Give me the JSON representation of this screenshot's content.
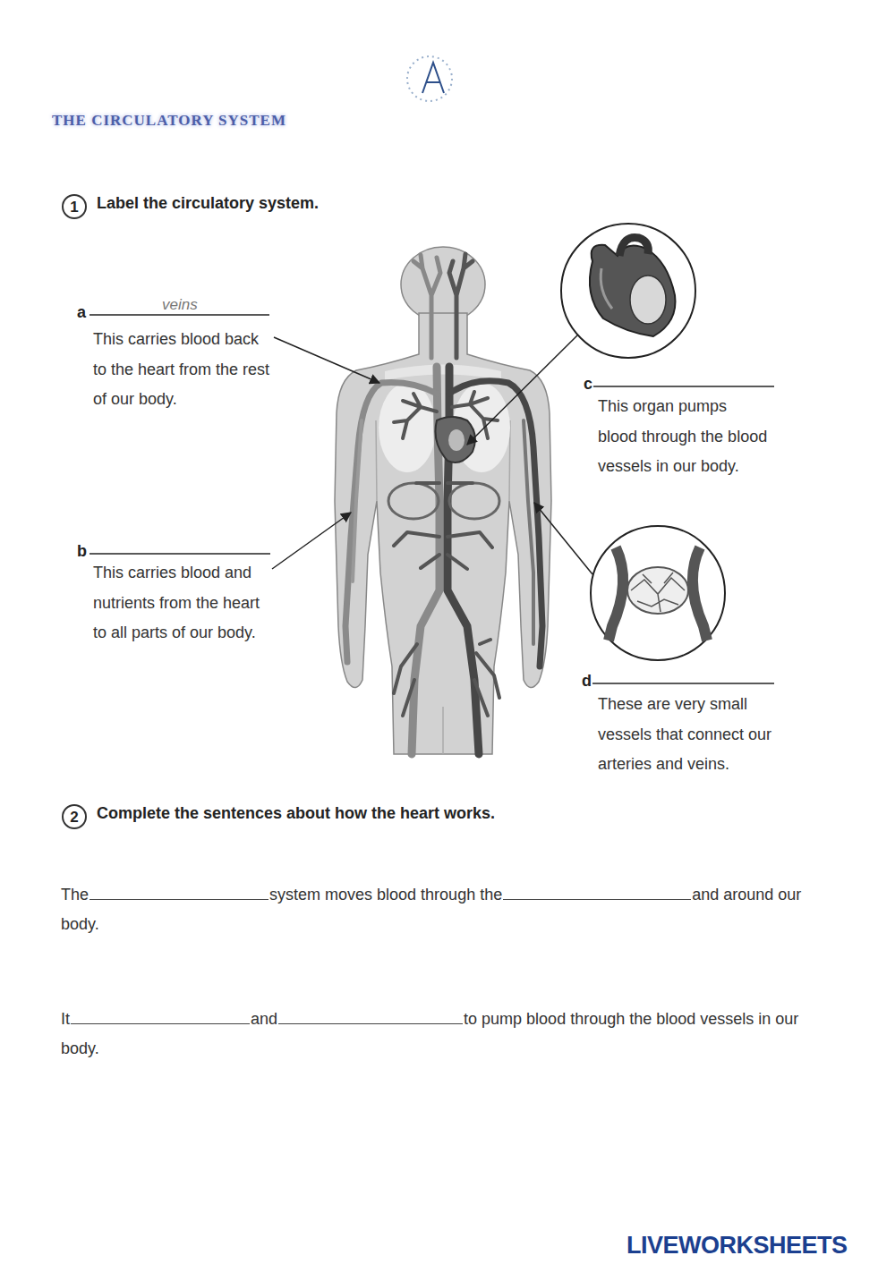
{
  "diagram": {
    "title": "THE CIRCULATORY SYSTEM",
    "nodes": [
      {
        "text": [
          "1"
        ]
      },
      {
        "text": [
          "2"
        ]
      }
    ],
    "labels": [
      "Label the circulatory system.",
      "a",
      "veins",
      "This carries blood back to the heart from the rest of our body.",
      "b",
      "This carries blood and nutrients from the heart to all parts of our body.",
      "c",
      "This organ pumps blood through the blood vessels in our body.",
      "d",
      "These are very small vessels that connect our arteries and veins.",
      "Complete the sentences about how the heart works.",
      "The",
      "system moves blood through the",
      "and around our body.",
      "It",
      "and",
      "to pump blood through the blood vessels in our body.",
      "LIVEWORKSHEETS"
    ]
  }
}
